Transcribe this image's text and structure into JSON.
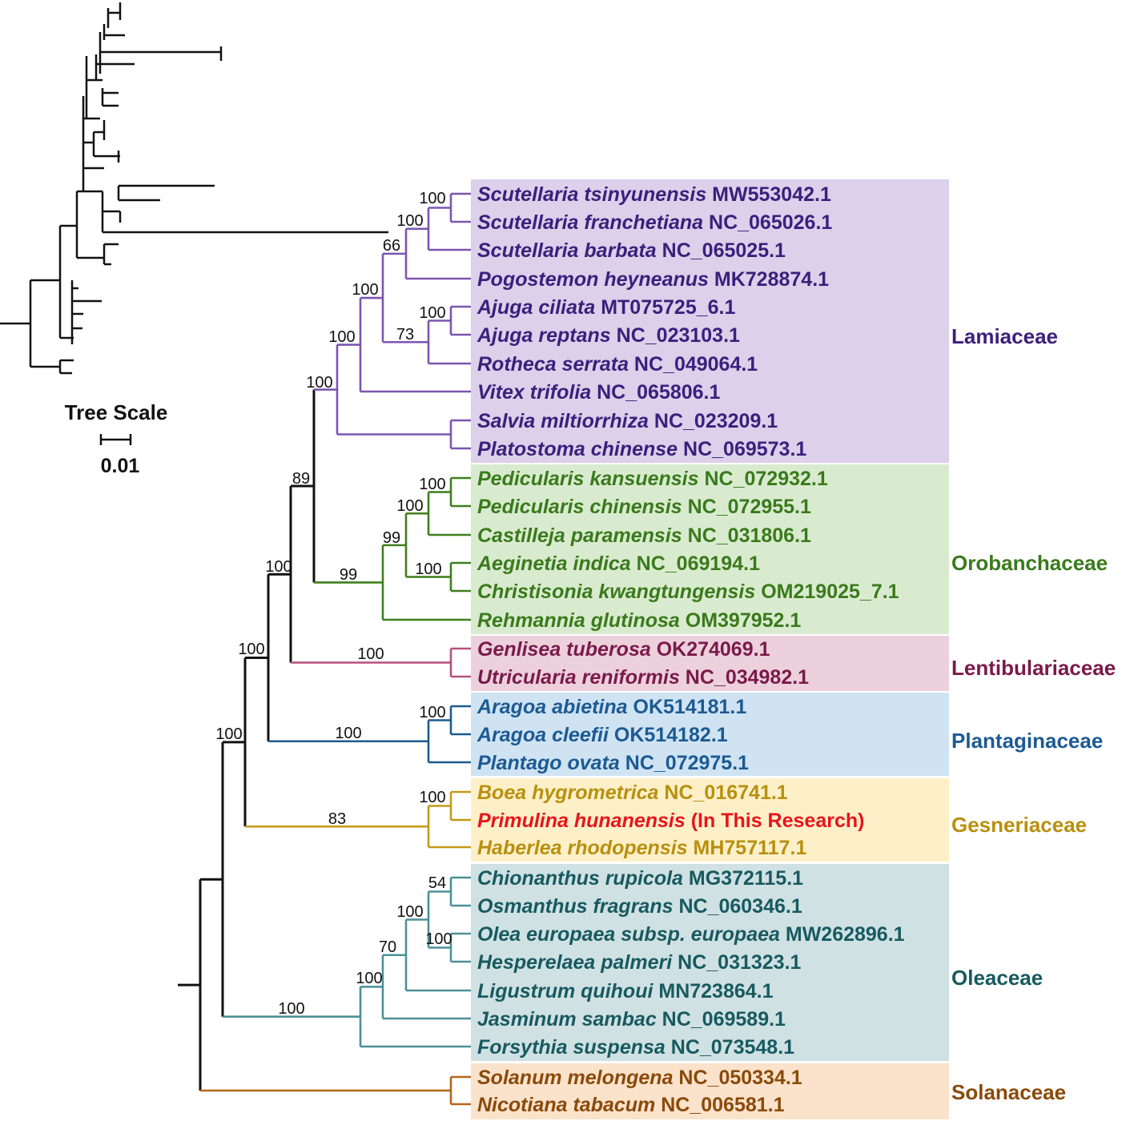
{
  "families": [
    {
      "id": "lamiaceae",
      "label": "Lamiaceae",
      "color": "#3b1f7c",
      "branch_color": "#7b55b0",
      "band": "#dcd0ea"
    },
    {
      "id": "orobanchaceae",
      "label": "Orobanchaceae",
      "color": "#3a7a1c",
      "branch_color": "#3f7f1c",
      "band": "#d9ebcf"
    },
    {
      "id": "lentibulariaceae",
      "label": "Lentibulariaceae",
      "color": "#7a1a4a",
      "branch_color": "#b5517e",
      "band": "#ecd1dc"
    },
    {
      "id": "plantaginaceae",
      "label": "Plantaginaceae",
      "color": "#1c5a92",
      "branch_color": "#1c5a92",
      "band": "#cfe3f3"
    },
    {
      "id": "gesneriaceae",
      "label": "Gesneriaceae",
      "color": "#b8900f",
      "branch_color": "#c39a17",
      "band": "#fdf0c8"
    },
    {
      "id": "oleaceae",
      "label": "Oleaceae",
      "color": "#175a60",
      "branch_color": "#4b9098",
      "band": "#d0e1e3"
    },
    {
      "id": "solanaceae",
      "label": "Solanaceae",
      "color": "#8a4a0a",
      "branch_color": "#b5651d",
      "band": "#fbe2cb"
    }
  ],
  "taxa": [
    {
      "species": "Scutellaria tsinyunensis",
      "accession": "MW553042.1",
      "family": "lamiaceae"
    },
    {
      "species": "Scutellaria franchetiana",
      "accession": "NC_065026.1",
      "family": "lamiaceae"
    },
    {
      "species": "Scutellaria barbata",
      "accession": "NC_065025.1",
      "family": "lamiaceae"
    },
    {
      "species": "Pogostemon heyneanus",
      "accession": "MK728874.1",
      "family": "lamiaceae"
    },
    {
      "species": "Ajuga ciliata",
      "accession": "MT075725_6.1",
      "family": "lamiaceae"
    },
    {
      "species": "Ajuga reptans",
      "accession": "NC_023103.1",
      "family": "lamiaceae"
    },
    {
      "species": "Rotheca serrata",
      "accession": "NC_049064.1",
      "family": "lamiaceae"
    },
    {
      "species": "Vitex trifolia",
      "accession": "NC_065806.1",
      "family": "lamiaceae"
    },
    {
      "species": "Salvia miltiorrhiza",
      "accession": "NC_023209.1",
      "family": "lamiaceae"
    },
    {
      "species": "Platostoma chinense",
      "accession": "NC_069573.1",
      "family": "lamiaceae"
    },
    {
      "species": "Pedicularis kansuensis",
      "accession": "NC_072932.1",
      "family": "orobanchaceae"
    },
    {
      "species": "Pedicularis chinensis",
      "accession": "NC_072955.1",
      "family": "orobanchaceae"
    },
    {
      "species": "Castilleja paramensis",
      "accession": "NC_031806.1",
      "family": "orobanchaceae"
    },
    {
      "species": "Aeginetia indica",
      "accession": "NC_069194.1",
      "family": "orobanchaceae"
    },
    {
      "species": "Christisonia kwangtungensis",
      "accession": "OM219025_7.1",
      "family": "orobanchaceae"
    },
    {
      "species": "Rehmannia glutinosa",
      "accession": "OM397952.1",
      "family": "orobanchaceae"
    },
    {
      "species": "Genlisea tuberosa",
      "accession": "OK274069.1",
      "family": "lentibulariaceae"
    },
    {
      "species": "Utricularia reniformis",
      "accession": "NC_034982.1",
      "family": "lentibulariaceae"
    },
    {
      "species": "Aragoa abietina",
      "accession": "OK514181.1",
      "family": "plantaginaceae"
    },
    {
      "species": "Aragoa cleefii",
      "accession": "OK514182.1",
      "family": "plantaginaceae"
    },
    {
      "species": "Plantago ovata",
      "accession": "NC_072975.1",
      "family": "plantaginaceae"
    },
    {
      "species": "Boea hygrometrica",
      "accession": "NC_016741.1",
      "family": "gesneriaceae"
    },
    {
      "species": "Primulina hunanensis",
      "accession": "(In This Research)",
      "family": "gesneriaceae",
      "highlight": "#e8141c"
    },
    {
      "species": "Haberlea rhodopensis",
      "accession": "MH757117.1",
      "family": "gesneriaceae"
    },
    {
      "species": "Chionanthus rupicola",
      "accession": "MG372115.1",
      "family": "oleaceae"
    },
    {
      "species": "Osmanthus fragrans",
      "accession": "NC_060346.1",
      "family": "oleaceae"
    },
    {
      "species": "Olea europaea subsp. europaea",
      "accession": "MW262896.1",
      "family": "oleaceae"
    },
    {
      "species": "Hesperelaea palmeri",
      "accession": "NC_031323.1",
      "family": "oleaceae"
    },
    {
      "species": "Ligustrum quihoui",
      "accession": "MN723864.1",
      "family": "oleaceae"
    },
    {
      "species": "Jasminum sambac",
      "accession": "NC_069589.1",
      "family": "oleaceae"
    },
    {
      "species": "Forsythia suspensa",
      "accession": "NC_073548.1",
      "family": "oleaceae"
    },
    {
      "species": "Solanum melongena",
      "accession": "NC_050334.1",
      "family": "solanaceae"
    },
    {
      "species": "Nicotiana tabacum",
      "accession": "NC_006581.1",
      "family": "solanaceae"
    }
  ],
  "bootstrap_values": [
    "100",
    "100",
    "66",
    "100",
    "73",
    "100",
    "100",
    "100",
    "89",
    "100",
    "100",
    "99",
    "100",
    "99",
    "100",
    "100",
    "100",
    "100",
    "100",
    "100",
    "100",
    "83",
    "54",
    "100",
    "100",
    "70",
    "100",
    "100"
  ],
  "tree_scale": {
    "title": "Tree Scale",
    "value": "0.01"
  }
}
